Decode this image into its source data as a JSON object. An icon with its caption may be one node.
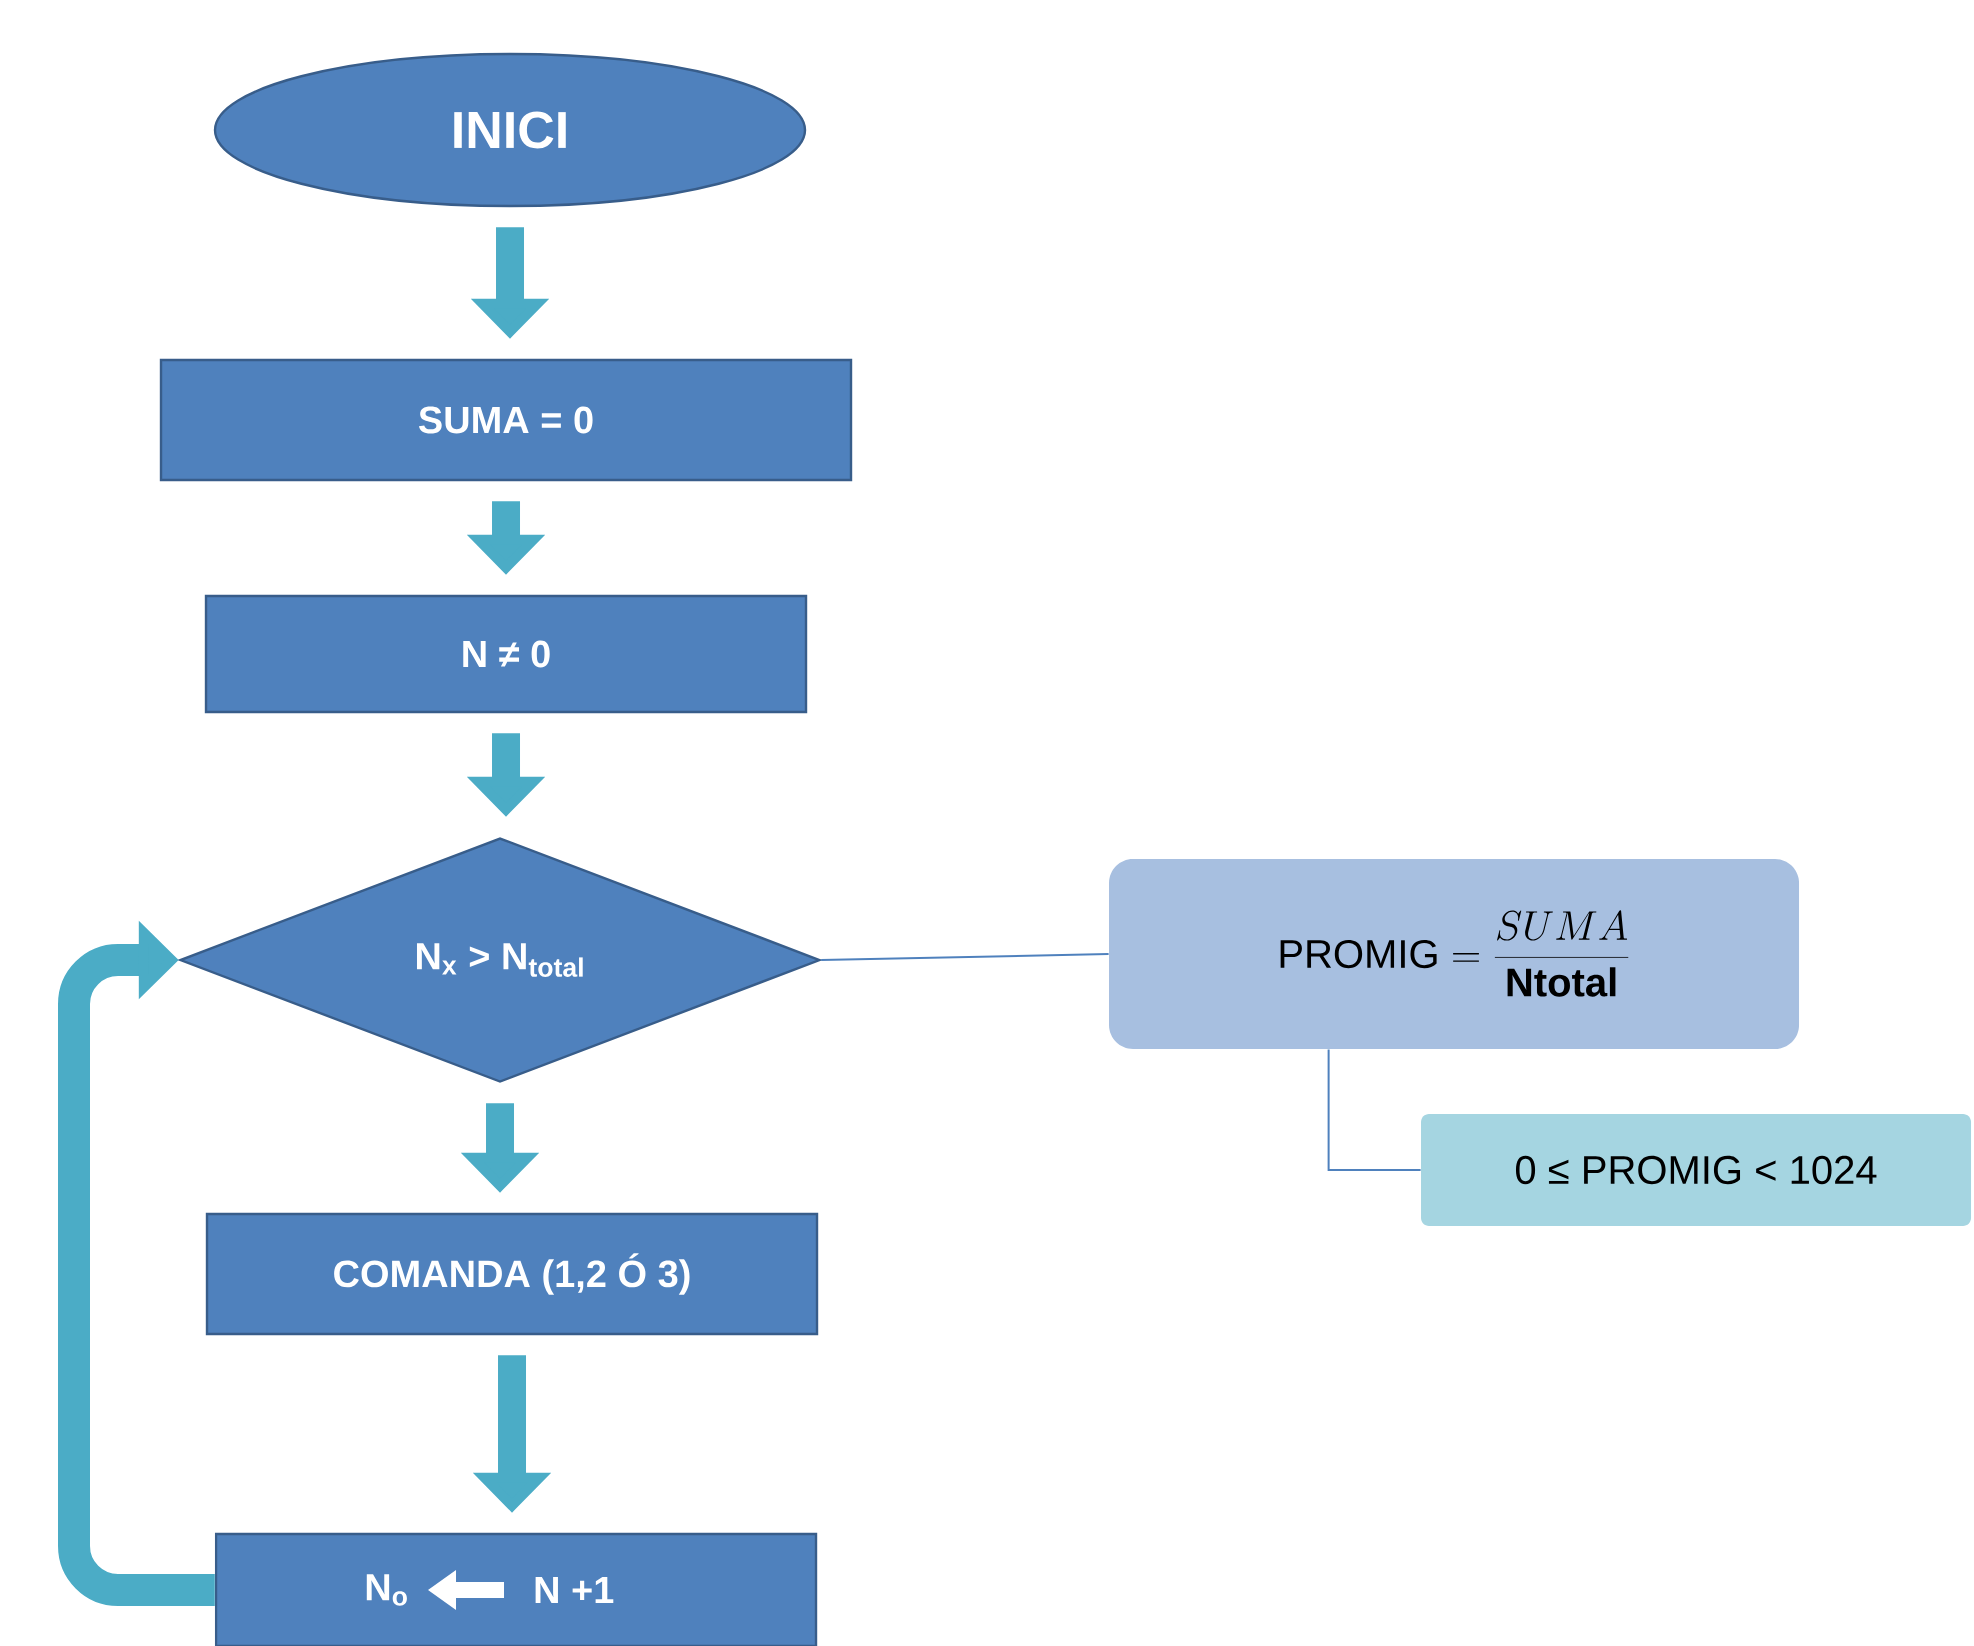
{
  "diagram": {
    "nodes": [
      {
        "text": [
          "INICI"
        ]
      },
      {
        "text": [
          "SUMA = 0"
        ]
      },
      {
        "text": [
          "N ≠ 0"
        ]
      },
      {
        "text": [
          "N$_{x}$ > N$_{total}$"
        ]
      },
      {
        "text": [
          "\\mathrm{PROMIG} = \\frac{SUMA}{\\mathbf{Ntotal}}"
        ]
      },
      {
        "text": [
          "0 ≤ PROMIG < 1024"
        ]
      },
      {
        "text": [
          "COMANDA (1,2 Ó 3)"
        ]
      },
      {
        "text": [
          "N$_{o}$",
          "N +1"
        ]
      }
    ],
    "edges": [
      {
        "from": 0,
        "to": 1,
        "arrow": "to"
      },
      {
        "from": 1,
        "to": 2,
        "arrow": "to"
      },
      {
        "from": 2,
        "to": 3,
        "arrow": "to"
      },
      {
        "from": 3,
        "to": 4,
        "arrow": "none",
        "color": "#4f81bd"
      },
      {
        "from": 4,
        "to": 5,
        "arrow": "none",
        "color": "#4f81bd"
      },
      {
        "from": 3,
        "to": 6,
        "arrow": "to"
      },
      {
        "from": 6,
        "to": 7,
        "arrow": "to"
      },
      {
        "from": 7,
        "to": 3,
        "arrow": "to"
      }
    ]
  }
}
